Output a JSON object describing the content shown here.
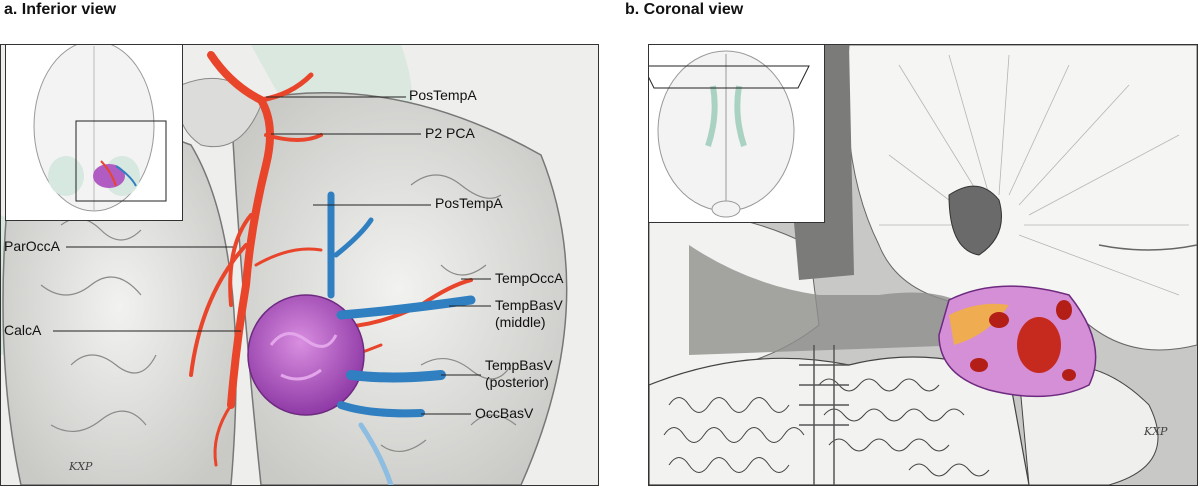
{
  "panel_a": {
    "title": "a. Inferior view",
    "labels": {
      "postempa_top": "PosTempA",
      "p2_pca": "P2 PCA",
      "postempa_mid": "PosTempA",
      "paroccA": "ParOccA",
      "calcA": "CalcA",
      "tempoccA": "TempOccA",
      "tempbasv_mid_1": "TempBasV",
      "tempbasv_mid_2": "(middle)",
      "tempbasv_post_1": "TempBasV",
      "tempbasv_post_2": "(posterior)",
      "occbasv": "OccBasV"
    },
    "signature": "KXP"
  },
  "panel_b": {
    "title": "b. Coronal view",
    "signature": "KXP"
  },
  "colors": {
    "artery": "#e8452b",
    "vein": "#2f7fc1",
    "avm": "#b05cc2",
    "brain": "#e8e8e6",
    "ventricle": "#5a5a5a"
  }
}
